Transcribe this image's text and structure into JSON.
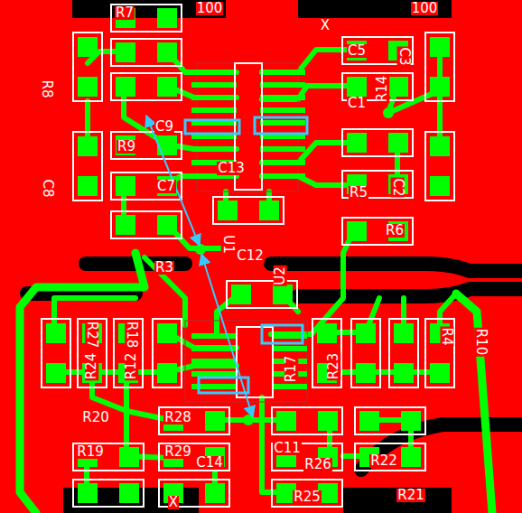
{
  "diagram": {
    "labels": [
      "100",
      "100",
      "R7",
      "R8",
      "R9",
      "C9",
      "C13",
      "C8",
      "C7",
      "C12",
      "U1",
      "R3",
      "U2",
      "X",
      "C5",
      "C3",
      "R14",
      "C1",
      "R5",
      "C2",
      "R6",
      "R24",
      "R27",
      "R18",
      "R12",
      "R17",
      "R23",
      "R4",
      "R10",
      "R20",
      "R28",
      "R19",
      "R29",
      "C14",
      "C11",
      "R26",
      "R22",
      "R25",
      "R21",
      "X"
    ]
  }
}
